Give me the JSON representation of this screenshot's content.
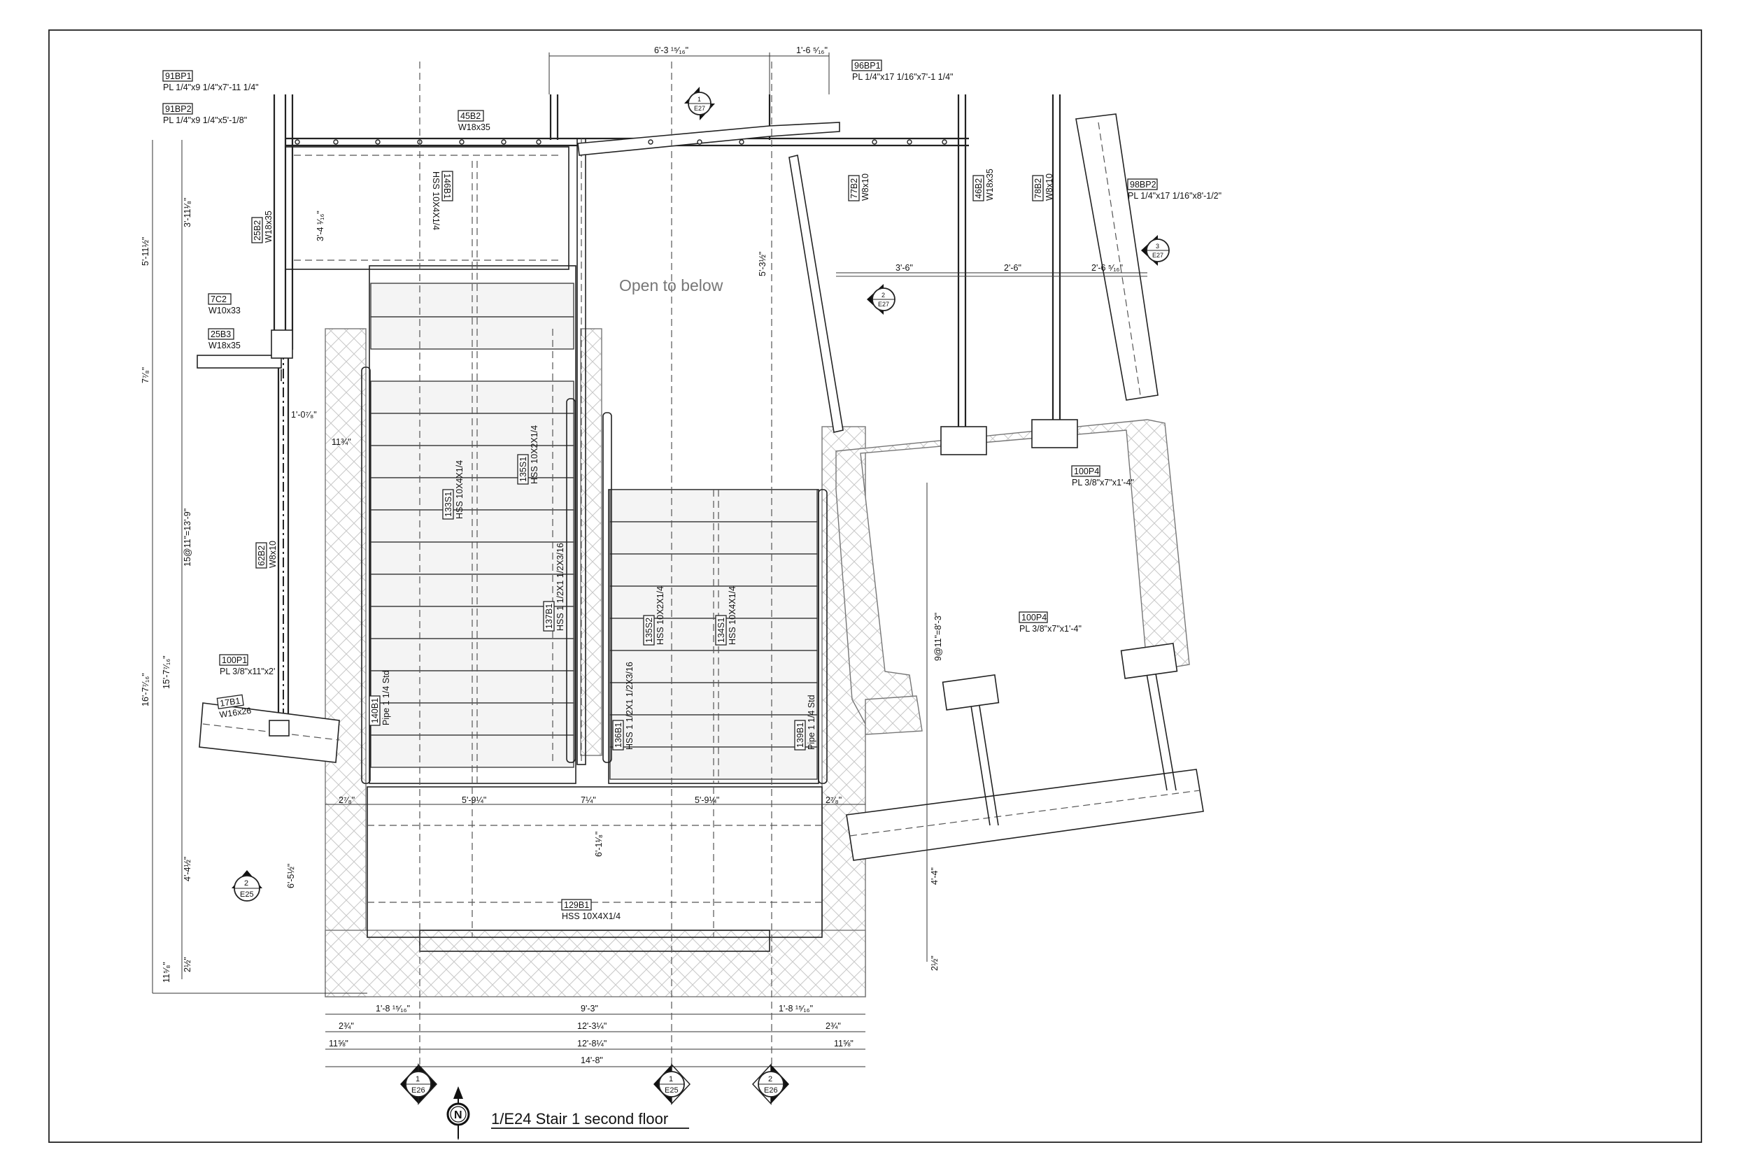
{
  "drawing": {
    "title": "1/E24 Stair 1 second floor",
    "open_area_note": "Open to below",
    "north_arrow": "N"
  },
  "member_tags": [
    {
      "tag": "91BP1",
      "desc": "PL 1/4\"x9 1/4\"x7'-11 1/4\""
    },
    {
      "tag": "91BP2",
      "desc": "PL 1/4\"x9 1/4\"x5'-1/8\""
    },
    {
      "tag": "45B2",
      "desc": "W18x35"
    },
    {
      "tag": "96BP1",
      "desc": "PL 1/4\"x17 1/16\"x7'-1 1/4\""
    },
    {
      "tag": "98BP2",
      "desc": "PL 1/4\"x17 1/16\"x8'-1/2\""
    },
    {
      "tag": "25B2",
      "desc": "W18x35"
    },
    {
      "tag": "7C2",
      "desc": "W10x33"
    },
    {
      "tag": "25B3",
      "desc": "W18x35"
    },
    {
      "tag": "146B1",
      "desc": "HSS 10X4X1/4"
    },
    {
      "tag": "77B2",
      "desc": "W8x10"
    },
    {
      "tag": "46B2",
      "desc": "W18x35"
    },
    {
      "tag": "78B2",
      "desc": "W8x10"
    },
    {
      "tag": "135S1",
      "desc": "HSS 10X2X1/4"
    },
    {
      "tag": "133S1",
      "desc": "HSS 10X4X1/4"
    },
    {
      "tag": "62B2",
      "desc": "W8x10"
    },
    {
      "tag": "100P4",
      "desc": "PL 3/8\"x7\"x1'-4\""
    },
    {
      "tag": "137B1",
      "desc": "HSS 1 1/2X1 1/2X3/16"
    },
    {
      "tag": "135S2",
      "desc": "HSS 10X2X1/4"
    },
    {
      "tag": "134S1",
      "desc": "HSS 10X4X1/4"
    },
    {
      "tag": "100P1",
      "desc": "PL 3/8\"x11\"x2'"
    },
    {
      "tag": "17B1",
      "desc": "W16x26"
    },
    {
      "tag": "140B1",
      "desc": "Pipe 1 1/4 Std"
    },
    {
      "tag": "136B1",
      "desc": "HSS 1 1/2X1 1/2X3/16"
    },
    {
      "tag": "139B1",
      "desc": "Pipe 1 1/4 Std"
    },
    {
      "tag": "129B1",
      "desc": "HSS 10X4X1/4"
    }
  ],
  "dimensions": {
    "top_1": "6'-3 ¹⁵⁄₁₆\"",
    "top_2": "1'-6 ⁵⁄₁₆\"",
    "left_1": "5'-11½\"",
    "left_2": "3'-11¹⁄₈\"",
    "left_3": "3'-4 ¹⁄₁₆\"",
    "left_4": "7⁷⁄₈\"",
    "left_5": "15@11\"=13'-9\"",
    "left_6": "16'-7⁷⁄₁₆\"",
    "left_7": "15'-7⁷⁄₁₆\"",
    "left_8": "4'-4½\"",
    "left_9": "6'-5½\"",
    "left_10": "11⁵⁄₈\"",
    "left_11": "2½\"",
    "mid_1": "1'-0⁷⁄₈\"",
    "mid_2": "11¾\"",
    "mid_3": "5'-3½\"",
    "mid_4": "6'-1¹⁄₈\"",
    "right_1": "3'-6\"",
    "right_2": "2'-6\"",
    "right_3": "2'-6 ⁵⁄₁₆\"",
    "right_4": "9@11\"=8'-3\"",
    "right_5": "4'-4\"",
    "right_6": "2½\"",
    "row_a1": "2⁷⁄₈\"",
    "row_a2": "5'-9¼\"",
    "row_a3": "7¼\"",
    "row_a4": "5'-9¼\"",
    "row_a5": "2⁷⁄₈\"",
    "bot_1": "1'-8 ¹⁵⁄₁₆\"",
    "bot_2": "9'-3\"",
    "bot_3": "1'-8 ¹⁵⁄₁₆\"",
    "bot_4": "2¾\"",
    "bot_5": "12'-3¼\"",
    "bot_6": "2¾\"",
    "bot_7": "11⅝\"",
    "bot_8": "12'-8¼\"",
    "bot_9": "11⅝\"",
    "bot_10": "14'-8\""
  },
  "section_markers": [
    {
      "num": "1",
      "ref": "E27"
    },
    {
      "num": "2",
      "ref": "E27"
    },
    {
      "num": "3",
      "ref": "E27"
    },
    {
      "num": "2",
      "ref": "E25"
    },
    {
      "num": "1",
      "ref": "E26"
    },
    {
      "num": "1",
      "ref": "E25"
    },
    {
      "num": "2",
      "ref": "E26"
    }
  ]
}
